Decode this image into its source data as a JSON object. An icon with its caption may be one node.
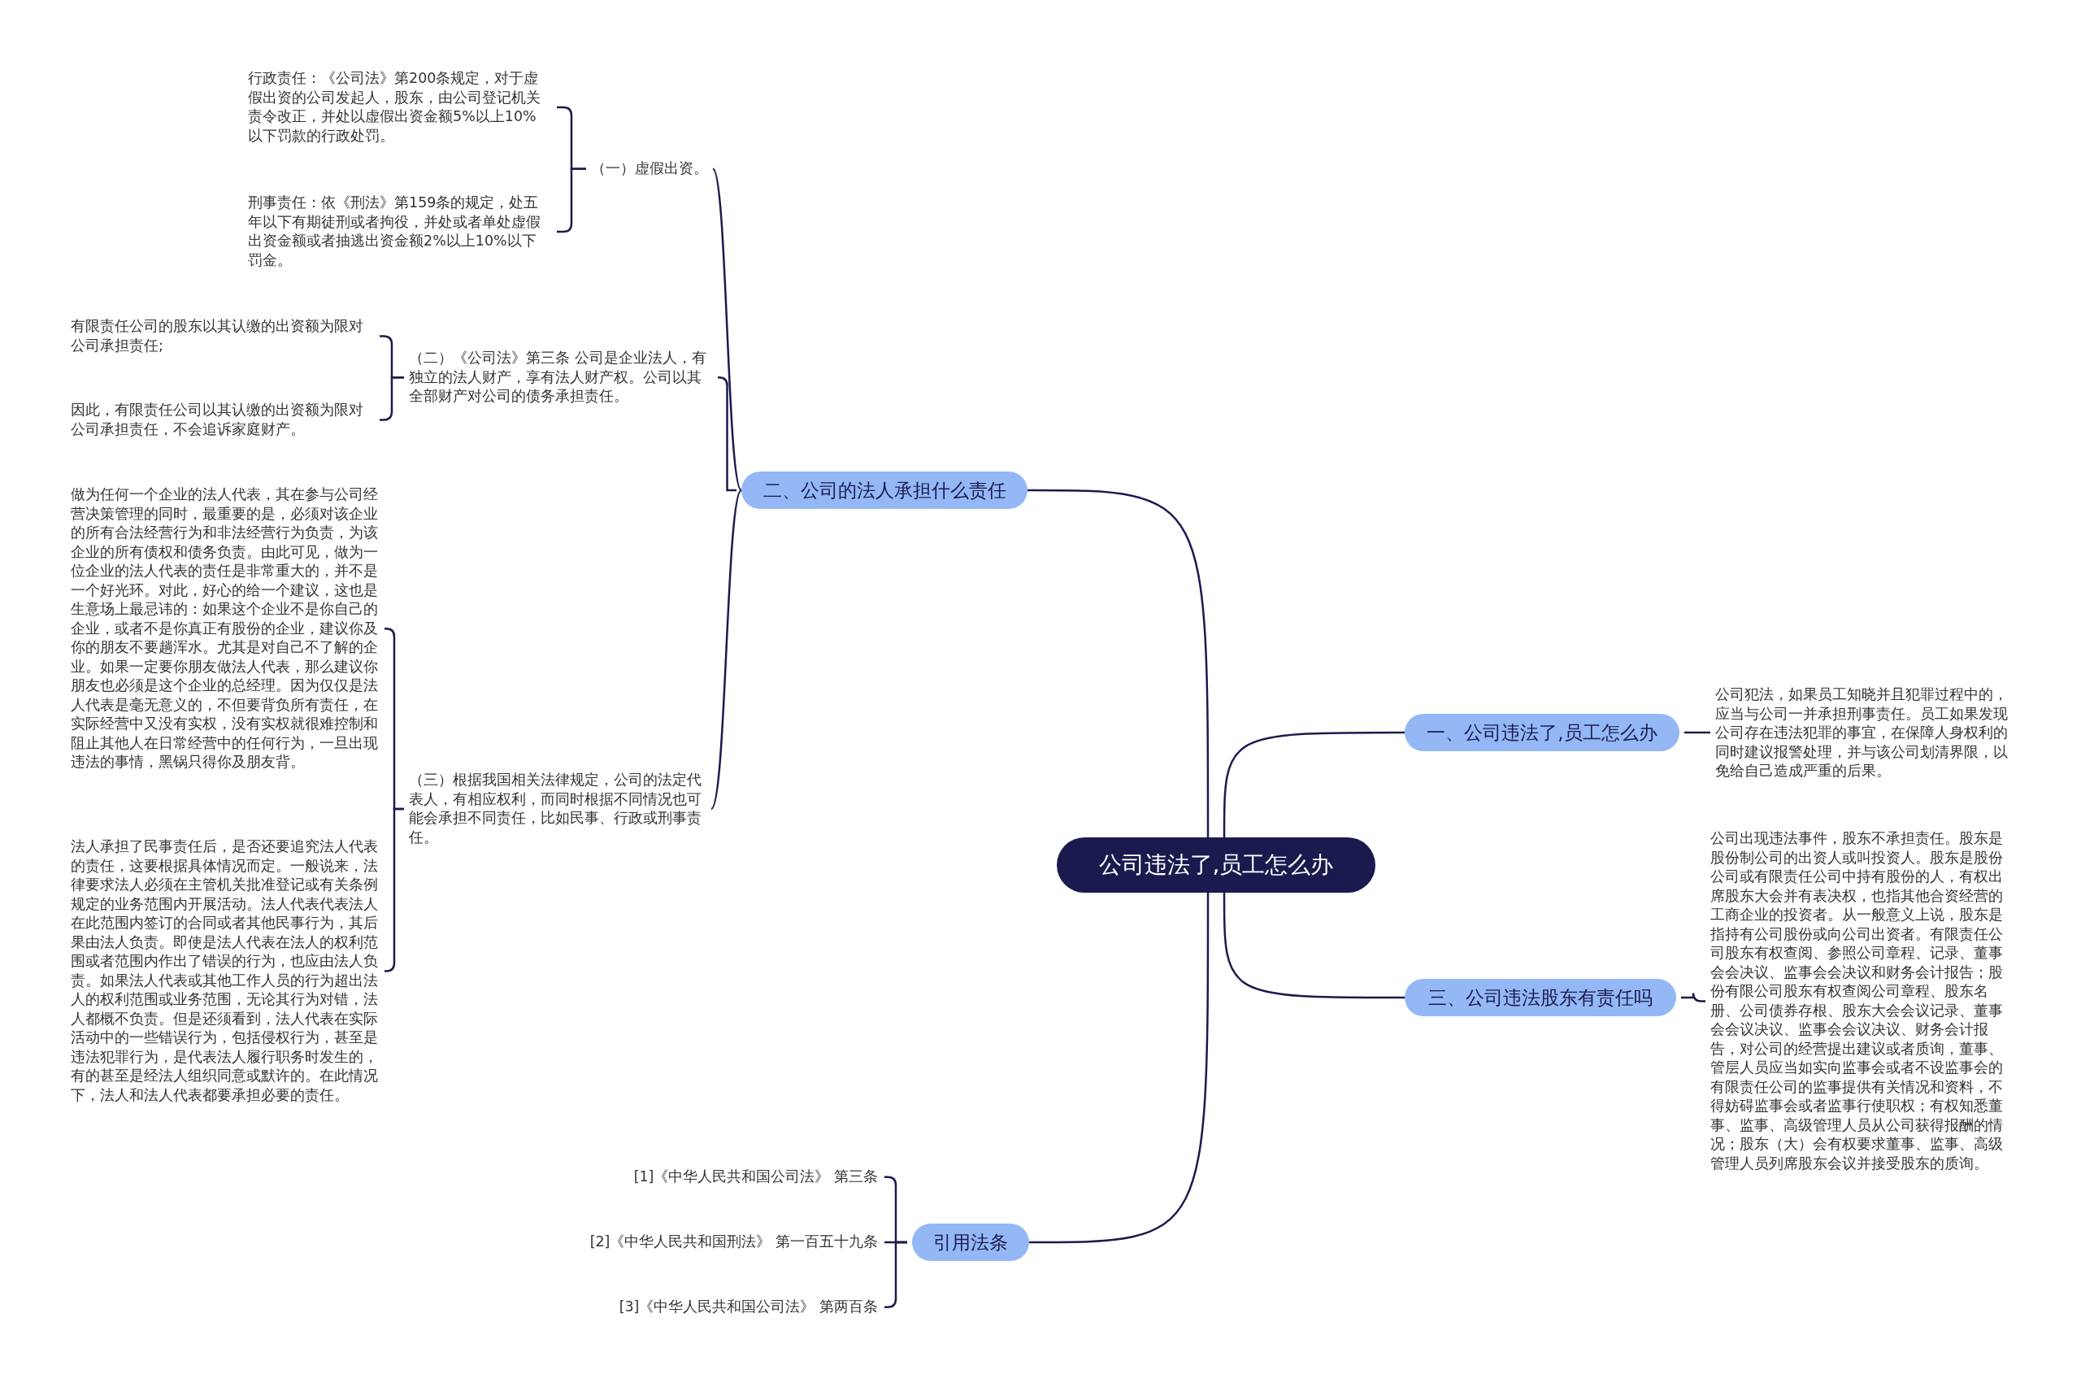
{
  "diagram": {
    "nodes": [
      {
        "text": [
          "公司违法了,员工怎么办"
        ]
      },
      {
        "text": [
          "二、公司的法人承担什么责任"
        ]
      },
      {
        "text": [
          "（一）虚假出资。"
        ]
      },
      {
        "text": [
          "行政责任：《公司法》第200条规定，对于虚假出资的公司发起人，股东，由公司登记机关责令改正，并处以虚假出资金额5%以上10%以下罚款的行政处罚。"
        ]
      },
      {
        "text": [
          "刑事责任：依《刑法》第159条的规定，处五年以下有期徒刑或者拘役，并处或者单处虚假出资金额或者抽逃出资金额2%以上10%以下罚金。"
        ]
      },
      {
        "text": [
          "（二）《公司法》第三条 公司是企业法人，有独立的法人财产，享有法人财产权。公司以其全部财产对公司的债务承担责任。"
        ]
      },
      {
        "text": [
          "有限责任公司的股东以其认缴的出资额为限对公司承担责任;"
        ]
      },
      {
        "text": [
          "因此，有限责任公司以其认缴的出资额为限对公司承担责任，不会追诉家庭财产。"
        ]
      },
      {
        "text": [
          "（三）根据我国相关法律规定，公司的法定代表人，有相应权利，而同时根据不同情况也可能会承担不同责任，比如民事、行政或刑事责任。"
        ]
      },
      {
        "text": [
          "做为任何一个企业的法人代表，其在参与公司经营决策管理的同时，最重要的是，必须对该企业的所有合法经营行为和非法经营行为负责，为该企业的所有债权和债务负责。由此可见，做为一位企业的法人代表的责任是非常重大的，并不是一个好光环。对此，好心的给一个建议，这也是生意场上最忌讳的：如果这个企业不是你自己的企业，或者不是你真正有股份的企业，建议你及你的朋友不要趟浑水。尤其是对自己不了解的企业。如果一定要你朋友做法人代表，那么建议你朋友也必须是这个企业的总经理。因为仅仅是法人代表是毫无意义的，不但要背负所有责任，在实际经营中又没有实权，没有实权就很难控制和阻止其他人在日常经营中的任何行为，一旦出现违法的事情，黑锅只得你及朋友背。"
        ]
      },
      {
        "text": [
          "法人承担了民事责任后，是否还要追究法人代表的责任，这要根据具体情况而定。一般说来，法律要求法人必须在主管机关批准登记或有关条例规定的业务范围内开展活动。法人代表代表法人在此范围内签订的合同或者其他民事行为，其后果由法人负责。即使是法人代表在法人的权利范围或者范围内作出了错误的行为，也应由法人负责。如果法人代表或其他工作人员的行为超出法人的权利范围或业务范围，无论其行为对错，法人都概不负责。但是还须看到，法人代表在实际活动中的一些错误行为，包括侵权行为，甚至是违法犯罪行为，是代表法人履行职务时发生的，有的甚至是经法人组织同意或默许的。在此情况下，法人和法人代表都要承担必要的责任。"
        ]
      },
      {
        "text": [
          "一、公司违法了,员工怎么办"
        ]
      },
      {
        "text": [
          "公司犯法，如果员工知晓并且犯罪过程中的，应当与公司一并承担刑事责任。员工如果发现公司存在违法犯罪的事宜，在保障人身权利的同时建议报警处理，并与该公司划清界限，以免给自己造成严重的后果。"
        ]
      },
      {
        "text": [
          "三、公司违法股东有责任吗"
        ]
      },
      {
        "text": [
          "公司出现违法事件，股东不承担责任。股东是股份制公司的出资人或叫投资人。股东是股份公司或有限责任公司中持有股份的人，有权出席股东大会并有表决权，也指其他合资经营的工商企业的投资者。从一般意义上说，股东是指持有公司股份或向公司出资者。有限责任公司股东有权查阅、参照公司章程、记录、董事会会决议、监事会会决议和财务会计报告；股份有限公司股东有权查阅公司章程、股东名册、公司债券存根、股东大会会议记录、董事会会议决议、监事会会议决议、财务会计报告，对公司的经营提出建议或者质询，董事、管层人员应当如实向监事会或者不设监事会的有限责任公司的监事提供有关情况和资料，不得妨碍监事会或者监事行使职权；有权知悉董事、监事、高级管理人员从公司获得报酬的情况；股东（大）会有权要求董事、监事、高级管理人员列席股东会议并接受股东的质询。"
        ]
      },
      {
        "text": [
          "引用法条"
        ]
      },
      {
        "text": [
          "[1]《中华人民共和国公司法》 第三条"
        ]
      },
      {
        "text": [
          "[2]《中华人民共和国刑法》 第一百五十九条"
        ]
      },
      {
        "text": [
          "[3]《中华人民共和国公司法》 第两百条"
        ]
      }
    ],
    "edges": [
      {
        "from": 0,
        "to": 1,
        "arrow": "none"
      },
      {
        "from": 1,
        "to": 2,
        "arrow": "none"
      },
      {
        "from": 2,
        "to": 3,
        "arrow": "none"
      },
      {
        "from": 2,
        "to": 4,
        "arrow": "none"
      },
      {
        "from": 1,
        "to": 5,
        "arrow": "none"
      },
      {
        "from": 5,
        "to": 6,
        "arrow": "none"
      },
      {
        "from": 5,
        "to": 7,
        "arrow": "none"
      },
      {
        "from": 1,
        "to": 8,
        "arrow": "none"
      },
      {
        "from": 8,
        "to": 9,
        "arrow": "none"
      },
      {
        "from": 8,
        "to": 10,
        "arrow": "none"
      },
      {
        "from": 0,
        "to": 11,
        "arrow": "none"
      },
      {
        "from": 11,
        "to": 12,
        "arrow": "none"
      },
      {
        "from": 0,
        "to": 13,
        "arrow": "none"
      },
      {
        "from": 13,
        "to": 14,
        "arrow": "none"
      },
      {
        "from": 0,
        "to": 15,
        "arrow": "none"
      },
      {
        "from": 15,
        "to": 16,
        "arrow": "none"
      },
      {
        "from": 15,
        "to": 17,
        "arrow": "none"
      },
      {
        "from": 15,
        "to": 18,
        "arrow": "none"
      }
    ]
  }
}
